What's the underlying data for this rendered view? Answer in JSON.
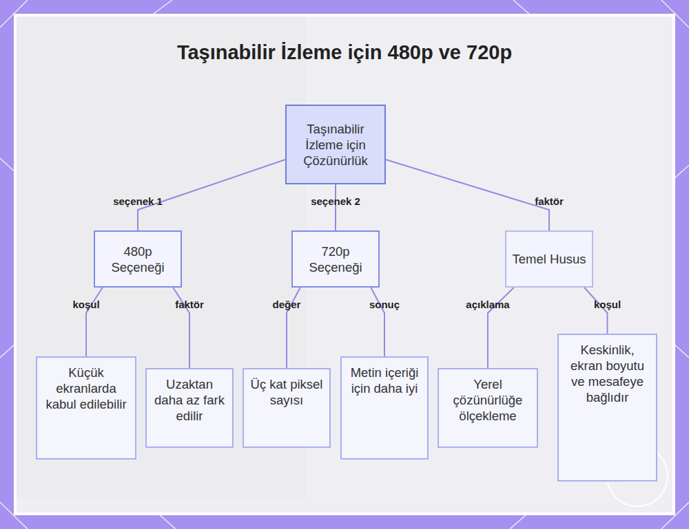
{
  "diagram": {
    "title": "Taşınabilir İzleme için 480p ve 720p",
    "nodes": [
      {
        "text": [
          "Taşınabilir İzleme için Çözünürlük"
        ]
      },
      {
        "text": [
          "480p Seçeneği"
        ]
      },
      {
        "text": [
          "720p Seçeneği"
        ]
      },
      {
        "text": [
          "Temel Husus"
        ]
      },
      {
        "text": [
          "Küçük ekranlarda kabul edilebilir"
        ]
      },
      {
        "text": [
          "Uzaktan daha az fark edilir"
        ]
      },
      {
        "text": [
          "Üç kat piksel sayısı"
        ]
      },
      {
        "text": [
          "Metin içeriği için daha iyi"
        ]
      },
      {
        "text": [
          "Yerel çözünürlüğe ölçekleme"
        ]
      },
      {
        "text": [
          "Keskinlik, ekran boyutu ve mesafeye bağlıdır"
        ]
      }
    ],
    "edges": [
      {
        "from": 0,
        "to": 1,
        "label": "seçenek 1",
        "arrow": "none"
      },
      {
        "from": 0,
        "to": 2,
        "label": "seçenek 2",
        "arrow": "none"
      },
      {
        "from": 0,
        "to": 3,
        "label": "faktör",
        "arrow": "none"
      },
      {
        "from": 1,
        "to": 4,
        "label": "koşul",
        "arrow": "none"
      },
      {
        "from": 1,
        "to": 5,
        "label": "faktör",
        "arrow": "none"
      },
      {
        "from": 2,
        "to": 6,
        "label": "değer",
        "arrow": "none"
      },
      {
        "from": 2,
        "to": 7,
        "label": "sonuç",
        "arrow": "none"
      },
      {
        "from": 3,
        "to": 8,
        "label": "açıklama",
        "arrow": "none"
      },
      {
        "from": 3,
        "to": 9,
        "label": "koşul",
        "arrow": "none"
      }
    ]
  }
}
